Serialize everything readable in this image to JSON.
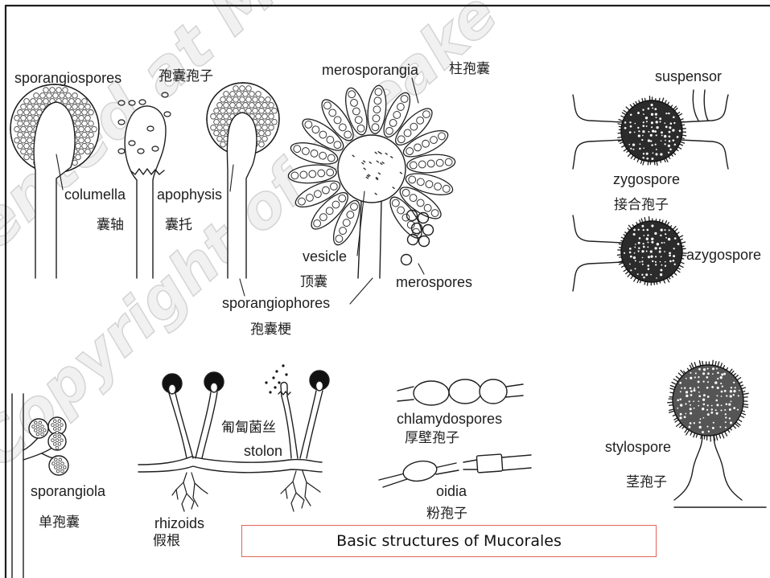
{
  "caption": "Basic structures of Mucorales",
  "labels": {
    "sporangiospores": "sporangiospores",
    "sporangiospores_zh": "孢囊孢子",
    "merosporangia": "merosporangia",
    "merosporangia_zh": "柱孢囊",
    "suspensor": "suspensor",
    "columella": "columella",
    "columella_zh": "囊轴",
    "apophysis": "apophysis",
    "apophysis_zh": "囊托",
    "zygospore": "zygospore",
    "zygospore_zh": "接合孢子",
    "azygospore": "azygospore",
    "vesicle": "vesicle",
    "vesicle_zh": "顶囊",
    "merospores": "merospores",
    "sporangiophores": "sporangiophores",
    "sporangiophores_zh": "孢囊梗",
    "stolon_zh": "匍匐菌丝",
    "stolon": "stolon",
    "chlamydospores": "chlamydospores",
    "chlamydospores_zh": "厚壁孢子",
    "stylospore": "stylospore",
    "stylospore_zh": "茎孢子",
    "sporangiola": "sporangiola",
    "sporangiola_zh": "单孢囊",
    "rhizoids": "rhizoids",
    "rhizoids_zh": "假根",
    "oidia": "oidia",
    "oidia_zh": "粉孢子"
  },
  "watermark": {
    "line1": "sented at MN",
    "line2": "Copyright of speake"
  },
  "colors": {
    "ink": "#1e1e1e",
    "caption_border": "#e0655a",
    "watermark": "#d4d4d4",
    "zygospore_fill": "#2b2b2b",
    "stylospore_fill": "#555555"
  }
}
